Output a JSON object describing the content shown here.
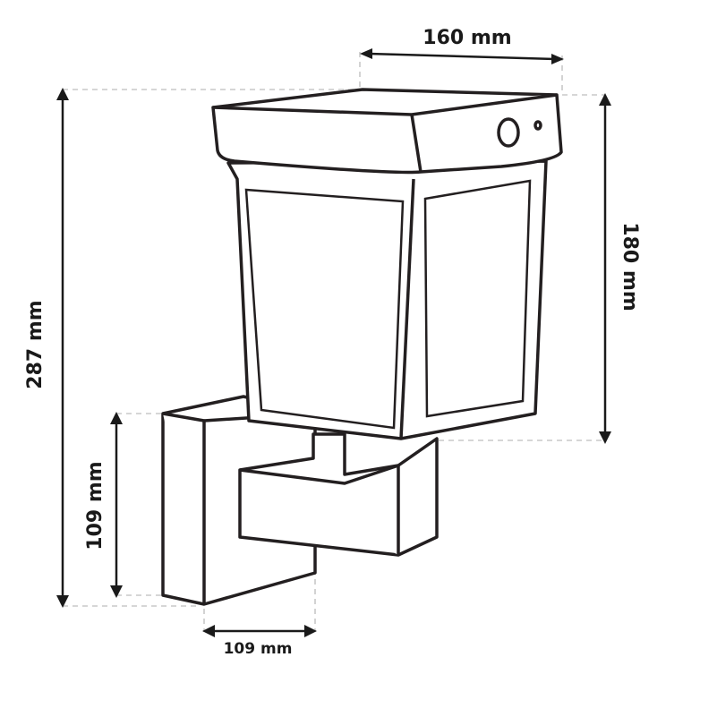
{
  "dimensions": {
    "width": "160 mm",
    "total_height": "287 mm",
    "lantern_height": "180 mm",
    "bracket_height": "109 mm",
    "bracket_depth": "109 mm"
  }
}
